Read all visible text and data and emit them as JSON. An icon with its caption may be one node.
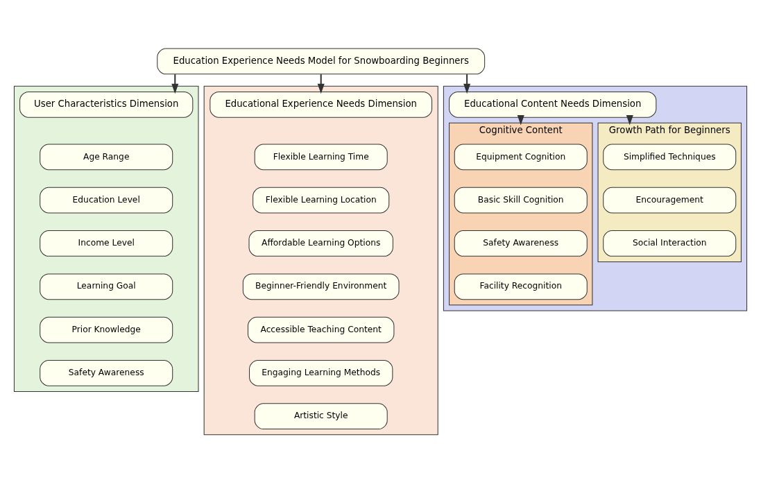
{
  "diagram": {
    "nodes": [
      {
        "text": [
          "Education Experience Needs Model for Snowboarding Beginners"
        ]
      },
      {
        "text": [],
        "shape": "box"
      },
      {
        "text": [
          "User Characteristics Dimension"
        ],
        "in": 1
      },
      {
        "text": [
          "Age Range"
        ],
        "in": 1
      },
      {
        "text": [
          "Education Level"
        ],
        "in": 1
      },
      {
        "text": [
          "Income Level"
        ],
        "in": 1
      },
      {
        "text": [
          "Learning Goal"
        ],
        "in": 1
      },
      {
        "text": [
          "Prior Knowledge"
        ],
        "in": 1
      },
      {
        "text": [
          "Safety Awareness"
        ],
        "in": 1
      },
      {
        "text": [],
        "shape": "box"
      },
      {
        "text": [
          "Educational Experience Needs Dimension"
        ],
        "in": 9
      },
      {
        "text": [
          "Flexible Learning Time"
        ],
        "in": 9
      },
      {
        "text": [
          "Flexible Learning Location"
        ],
        "in": 9
      },
      {
        "text": [
          "Affordable Learning Options"
        ],
        "in": 9
      },
      {
        "text": [
          "Beginner-Friendly Environment"
        ],
        "in": 9
      },
      {
        "text": [
          "Accessible Teaching Content"
        ],
        "in": 9
      },
      {
        "text": [
          "Engaging Learning Methods"
        ],
        "in": 9
      },
      {
        "text": [
          "Artistic Style"
        ],
        "in": 9
      },
      {
        "text": [],
        "shape": "box"
      },
      {
        "text": [
          "Educational Content Needs Dimension"
        ],
        "in": 18
      },
      {
        "text": [
          "Cognitive Content"
        ],
        "in": 18
      },
      {
        "text": [
          "Equipment Cognition"
        ],
        "in": 20
      },
      {
        "text": [
          "Basic Skill Cognition"
        ],
        "in": 20
      },
      {
        "text": [
          "Safety Awareness"
        ],
        "in": 20
      },
      {
        "text": [
          "Facility Recognition"
        ],
        "in": 20
      },
      {
        "text": [
          "Growth Path for Beginners"
        ],
        "in": 18
      },
      {
        "text": [
          "Simplified Techniques"
        ],
        "in": 25
      },
      {
        "text": [
          "Encouragement"
        ],
        "in": 25
      },
      {
        "text": [
          "Social Interaction"
        ],
        "in": 25
      }
    ],
    "edges": [
      {
        "from": 0,
        "to": 2,
        "arrow": "to"
      },
      {
        "from": 0,
        "to": 10,
        "arrow": "to"
      },
      {
        "from": 0,
        "to": 19,
        "arrow": "to"
      },
      {
        "from": 19,
        "to": 20,
        "arrow": "to"
      },
      {
        "from": 19,
        "to": 25,
        "arrow": "to"
      }
    ]
  }
}
